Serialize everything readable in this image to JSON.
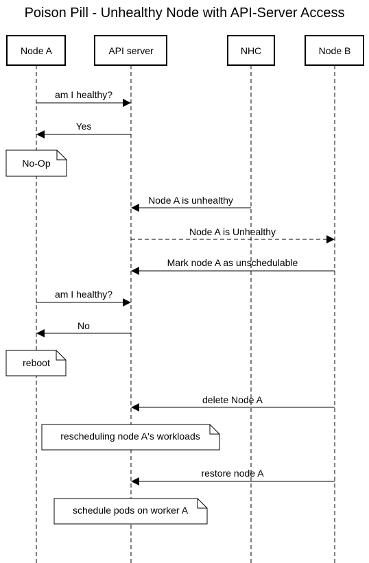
{
  "diagram": {
    "title": "Poison Pill - Unhealthy Node with API-Server Access",
    "actors": [
      {
        "id": "nodeA",
        "label": "Node A"
      },
      {
        "id": "api",
        "label": "API server"
      },
      {
        "id": "nhc",
        "label": "NHC"
      },
      {
        "id": "nodeB",
        "label": "Node B"
      }
    ],
    "messages": [
      {
        "from": "nodeA",
        "to": "api",
        "label": "am I healthy?",
        "style": "solid"
      },
      {
        "from": "api",
        "to": "nodeA",
        "label": "Yes",
        "style": "solid"
      },
      {
        "from": "nhc",
        "to": "api",
        "label": "Node A is unhealthy",
        "style": "solid"
      },
      {
        "from": "api",
        "to": "nodeB",
        "label": "Node A is Unhealthy",
        "style": "dashed"
      },
      {
        "from": "nodeB",
        "to": "api",
        "label": "Mark node A as unschedulable",
        "style": "solid"
      },
      {
        "from": "nodeA",
        "to": "api",
        "label": "am I healthy?",
        "style": "solid"
      },
      {
        "from": "api",
        "to": "nodeA",
        "label": "No",
        "style": "solid"
      },
      {
        "from": "nodeB",
        "to": "api",
        "label": "delete Node A",
        "style": "solid"
      },
      {
        "from": "nodeB",
        "to": "api",
        "label": "restore node A",
        "style": "solid"
      }
    ],
    "notes": [
      {
        "label": "No-Op"
      },
      {
        "label": "reboot"
      },
      {
        "label": "rescheduling node A's workloads"
      },
      {
        "label": "schedule pods on worker A"
      }
    ]
  }
}
